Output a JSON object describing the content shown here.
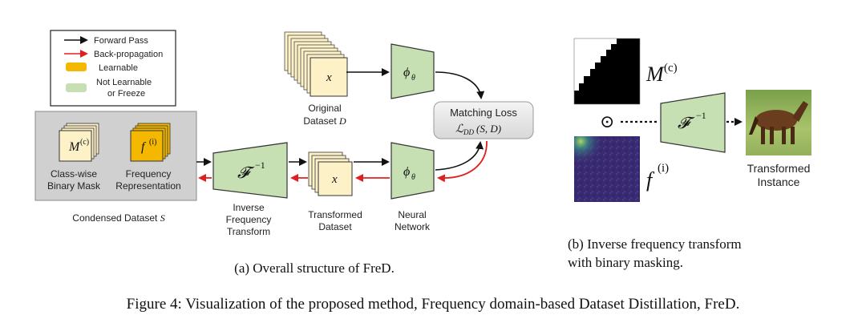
{
  "legend": {
    "forward": "Forward Pass",
    "back": "Back-propagation",
    "learnable": "Learnable",
    "not_learnable_1": "Not Learnable",
    "not_learnable_2": "or Freeze"
  },
  "panel_a": {
    "mask_symbol": "M",
    "mask_sup": "(c)",
    "mask_label_1": "Class-wise",
    "mask_label_2": "Binary Mask",
    "freq_symbol": "f",
    "freq_sup": "(i)",
    "freq_label_1": "Frequency",
    "freq_label_2": "Representation",
    "condensed_text": "Condensed Dataset ",
    "condensed_sym": "S",
    "inv_symbol": "𝓕",
    "inv_sup": "−1",
    "inv_label_1": "Inverse",
    "inv_label_2": "Frequency",
    "inv_label_3": "Transform",
    "x_symbol": "x",
    "transformed_1": "Transformed",
    "transformed_2": "Dataset",
    "phi_symbol": "ϕ",
    "phi_sub": "θ",
    "nn_1": "Neural",
    "nn_2": "Network",
    "orig_1": "Original",
    "orig_2": "Dataset ",
    "orig_sym": "D",
    "loss_title": "Matching Loss",
    "loss_formula": "ℒ",
    "loss_sub": "DD",
    "loss_args": "(S, D)",
    "caption": "(a) Overall structure of FreD."
  },
  "panel_b": {
    "m_symbol": "M",
    "m_sup": "(c)",
    "f_symbol": "f",
    "f_sup": "(i)",
    "odot": "⊙",
    "inv_symbol": "𝓕",
    "inv_sup": "−1",
    "inst_1": "Transformed",
    "inst_2": "Instance",
    "caption_1": "(b) Inverse frequency transform",
    "caption_2": "with binary masking."
  },
  "figure_caption": "Figure 4: Visualization of the proposed method, Frequency domain-based Dataset Distillation, FreD.",
  "colors": {
    "learnable": "#f5b800",
    "not_learnable": "#c6e0b4",
    "cream": "#fdf1c8",
    "back_arrow": "#e02020",
    "gray_panel": "#d0d0d0"
  }
}
